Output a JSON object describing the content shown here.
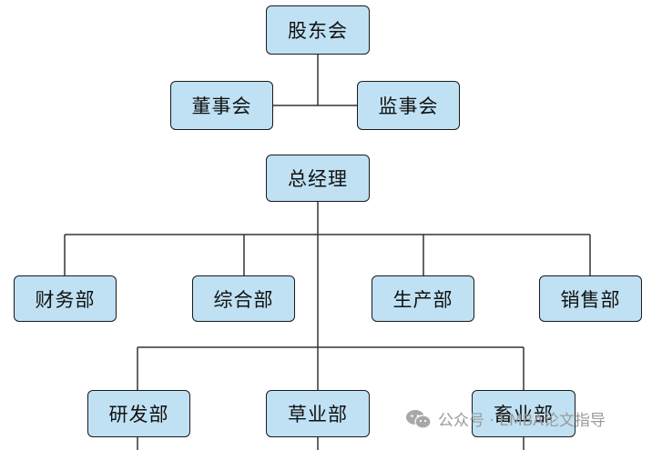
{
  "nodes": {
    "shareholders": "股东会",
    "board": "董事会",
    "supervisors": "监事会",
    "general_manager": "总经理",
    "finance": "财务部",
    "general_affairs": "综合部",
    "production": "生产部",
    "sales": "销售部",
    "research": "研发部",
    "grass": "草业部",
    "livestock": "畜业部"
  },
  "watermark": {
    "icon": "wechat-icon",
    "text": "公众号 · EMBA论文指导"
  }
}
